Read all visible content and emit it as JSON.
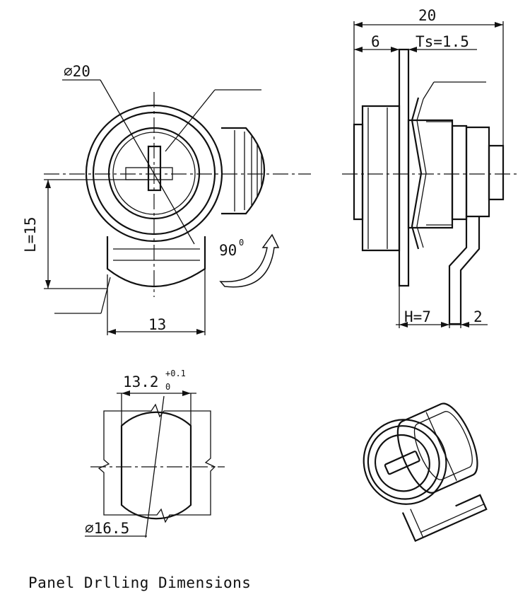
{
  "front_view": {
    "dia_label": "∅20",
    "length_label": "L=15",
    "width_label": "13",
    "rotation_label": "90",
    "rotation_degree": "0"
  },
  "side_view": {
    "total_label": "20",
    "face_label": "6",
    "thickness_label": "Ts=1.5",
    "height_label": "H=7",
    "cam_label": "2"
  },
  "cutout_view": {
    "width_label": "13.2",
    "tol_upper": "+0.1",
    "tol_lower": "0",
    "dia_label": "∅16.5"
  },
  "caption": "Panel Drlling Dimensions"
}
